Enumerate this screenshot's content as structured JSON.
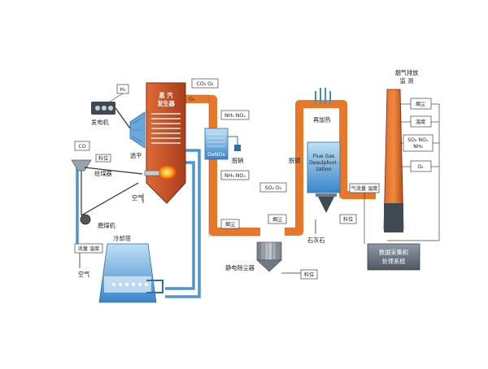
{
  "labels": {
    "h2": "H₂",
    "generator": "发电机",
    "co": "CO",
    "fuel_level_top": "料位",
    "coal_feeder": "给煤器",
    "balance": "透平",
    "air_boiler": "空气",
    "boiler": "蒸 汽\n发生器",
    "co2_o2": "CO₂  O₂",
    "oxygen": "O₂",
    "nh3_nox_top": "NH₃  NOₓ",
    "denitration": "脱硝",
    "denox": "DeNOx",
    "nh3_nox_bottom": "NH₃  NOₓ",
    "coal_mill": "磨煤机",
    "cooling_tower": "冷却塔",
    "flow_temp": "流量  温度",
    "air_bottom": "空气",
    "dust_left": "烟尘",
    "dust_mid": "烟尘",
    "esp": "静电除尘器",
    "fuel_level_esp": "料位",
    "so2_o2": "SO₂  O₂",
    "desulf": "脱硫",
    "fgd_lines": [
      "Flue Gas",
      "Desulphuri-",
      "zation"
    ],
    "fuel_level_fgd": "料位",
    "limestone": "石灰石",
    "reheat": "再加热",
    "stack_monitor": "烟气排放\n监    测",
    "stack_dust": "烟尘",
    "stack_temp": "温度",
    "stack_so2": "SO₂  NOₓ\nNH₃",
    "stack_o2": "O₂",
    "gas_flow_temp": "气流量 温度",
    "daq": "数据采集和\n处理系统"
  },
  "colors": {
    "flue": "#e8772a",
    "flue_dark": "#c75a18",
    "water": "#3e8fd0",
    "water_light": "#9ecbea",
    "steel": "#8a949e",
    "boiler": "#c9502a",
    "line": "#2a2a2a"
  }
}
